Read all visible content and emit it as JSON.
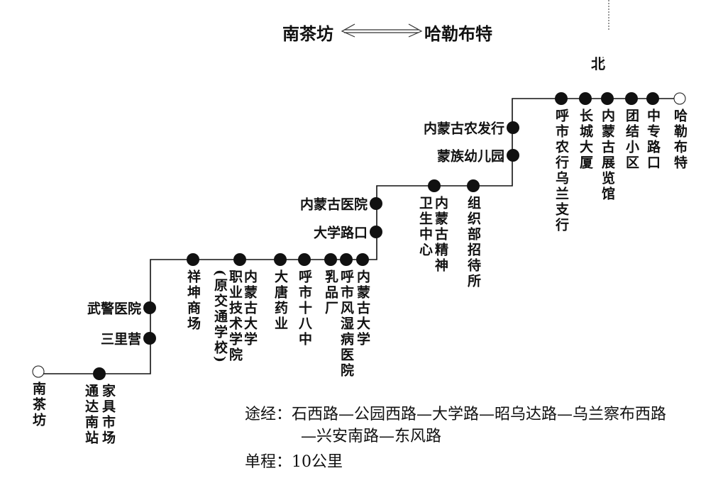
{
  "header": {
    "from": "南茶坊",
    "to": "哈勒布特"
  },
  "north_label": "北",
  "stations": [
    {
      "cols": [
        "南茶坊"
      ],
      "terminal": true
    },
    {
      "cols": [
        "家具市场",
        "通达南站"
      ]
    },
    {
      "cols": [
        "三里营"
      ]
    },
    {
      "cols": [
        "武警医院"
      ]
    },
    {
      "cols": [
        "祥坤商场"
      ]
    },
    {
      "cols": [
        "内蒙古大学",
        "职业技术学院",
        "(原交通学校)"
      ]
    },
    {
      "cols": [
        "大唐药业"
      ]
    },
    {
      "cols": [
        "呼市十八中"
      ]
    },
    {
      "cols": [
        "乳品厂"
      ]
    },
    {
      "cols": [
        "呼市风湿病医院"
      ]
    },
    {
      "cols": [
        "内蒙古大学"
      ]
    },
    {
      "cols": [
        "大学路口"
      ]
    },
    {
      "cols": [
        "内蒙古医院"
      ]
    },
    {
      "cols": [
        "内蒙古精神",
        "卫生中心"
      ]
    },
    {
      "cols": [
        "组织部招待所"
      ]
    },
    {
      "cols": [
        "蒙族幼儿园"
      ]
    },
    {
      "cols": [
        "内蒙古农发行"
      ]
    },
    {
      "cols": [
        "呼市农行乌兰支行"
      ]
    },
    {
      "cols": [
        "长城大厦"
      ]
    },
    {
      "cols": [
        "内蒙古展览馆"
      ]
    },
    {
      "cols": [
        "团结小区"
      ]
    },
    {
      "cols": [
        "中专路口"
      ]
    },
    {
      "cols": [
        "哈勒布特"
      ],
      "terminal": true
    }
  ],
  "route_info": {
    "via_line1": "途经：石西路—公园西路—大学路—昭乌达路—乌兰察布西路",
    "via_line2": "—兴安南路—东风路",
    "distance": "单程：10公里"
  }
}
